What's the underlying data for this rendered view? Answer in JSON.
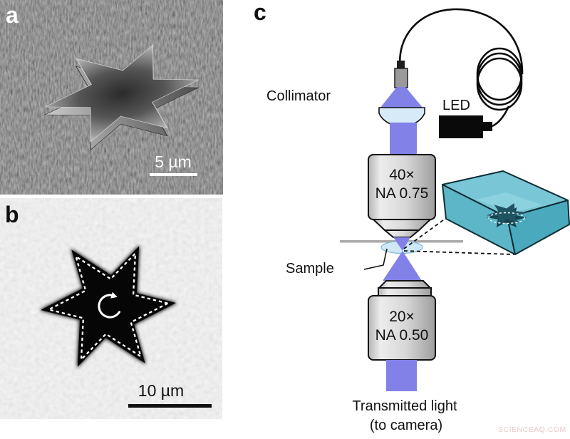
{
  "figure": {
    "panel_a": {
      "label": "a",
      "scale_bar_label": "5 µm"
    },
    "panel_b": {
      "label": "b",
      "scale_bar_label": "10 µm"
    },
    "panel_c": {
      "label": "c",
      "collimator_label": "Collimator",
      "led_label": "LED",
      "objective_upper": {
        "magnification": "40×",
        "numerical_aperture": "NA 0.75"
      },
      "sample_label": "Sample",
      "objective_lower": {
        "magnification": "20×",
        "numerical_aperture": "NA 0.50"
      },
      "output_caption_line1": "Transmitted light",
      "output_caption_line2": "(to camera)"
    },
    "watermark": "SCIENCEAQ.COM",
    "colors": {
      "beam": "#8181e8",
      "lens_fill": "#d6ebf7",
      "droplet_fill": "#cfe8f6",
      "cube_top": "#79c7d6",
      "cube_left": "#5cb6c8",
      "cube_right": "#4aa9bd",
      "cube_star": "#1f5563",
      "watermark_color": "#edc9c9"
    }
  }
}
